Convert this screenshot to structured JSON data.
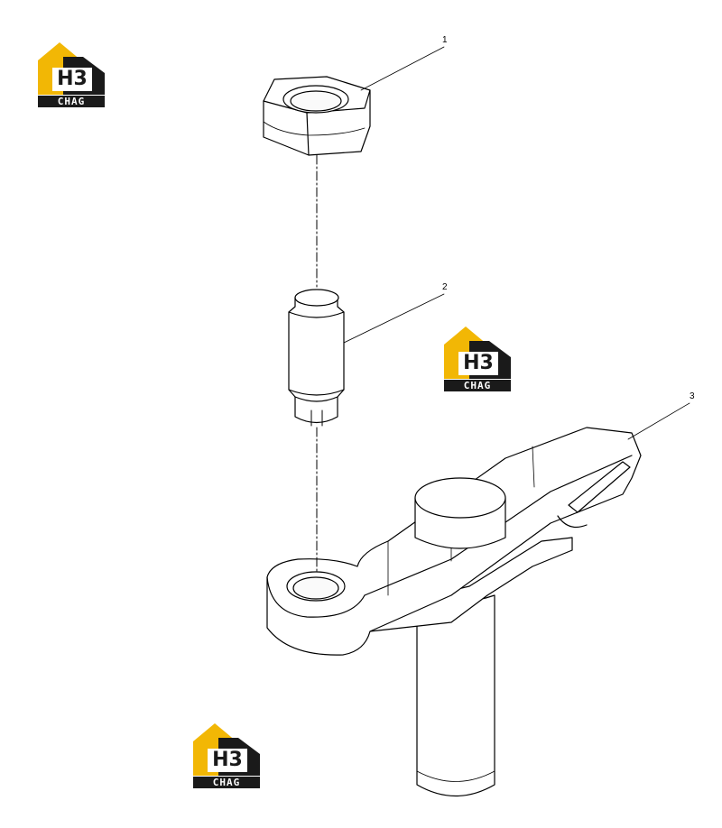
{
  "callouts": [
    {
      "label": "1"
    },
    {
      "label": "2"
    },
    {
      "label": "3"
    }
  ],
  "watermark": {
    "letters": "H3",
    "text": "CHAG",
    "colors": {
      "house": "#f2b705",
      "dark": "#1a1a1a",
      "letters_bg": "#ffffff"
    }
  },
  "colors": {
    "line": "#000000",
    "background": "#ffffff"
  }
}
